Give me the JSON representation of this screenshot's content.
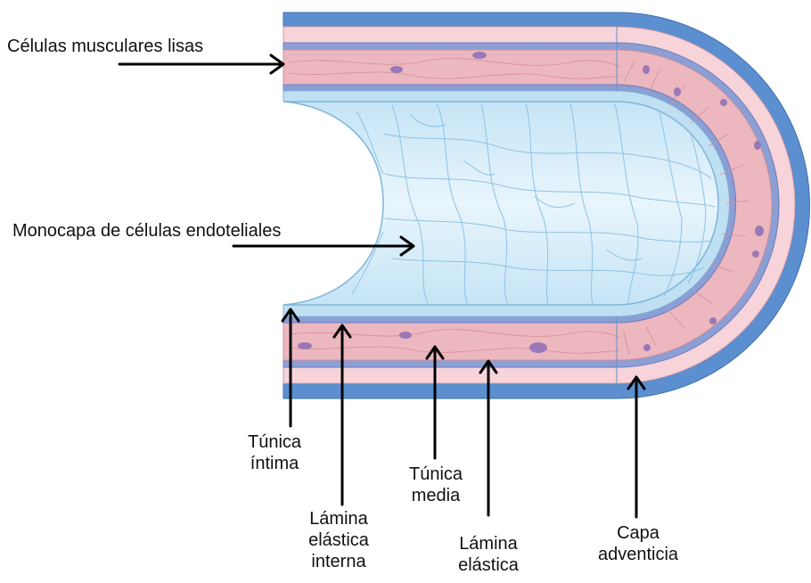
{
  "labels": {
    "smooth_muscle": "Células musculares lisas",
    "endothelial_monolayer": "Monocapa de células endoteliales",
    "tunica_intima": [
      "Túnica",
      "íntima"
    ],
    "internal_elastic_lamina": [
      "Lámina",
      "elástica",
      "interna"
    ],
    "tunica_media": [
      "Túnica",
      "media"
    ],
    "elastic_lamina": [
      "Lámina",
      "elástica"
    ],
    "adventitia": [
      "Capa",
      "adventicia"
    ]
  },
  "colors": {
    "adventitia_outer": "#5b8fd0",
    "adventitia_inner": "#f6cfd6",
    "media": "#ecb7bf",
    "elastic_band": "#8c9fd4",
    "intima": "#bfe0f2",
    "lumen": "#d9eefa",
    "nucleus": "#9a78b8",
    "arrow": "#000000"
  }
}
